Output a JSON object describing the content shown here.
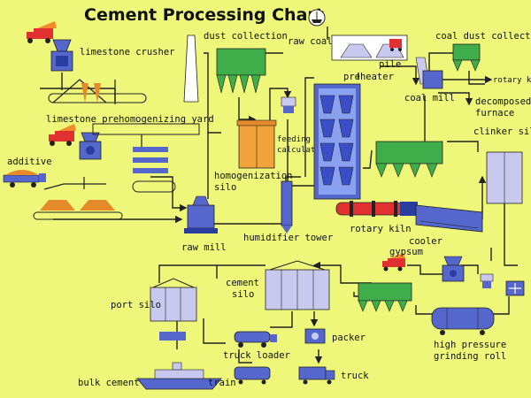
{
  "title": "Cement Processing Chart",
  "labels": {
    "limestone_crusher": "limestone crusher",
    "dust_collection": "dust collection",
    "raw_coal": "raw coal",
    "coal_dust_collection": "coal dust collection",
    "pile": "pile",
    "preheater": "preheater",
    "coal_mill": "coal mill",
    "rotary_kiln_right": "rotary kiln",
    "decomposed_furnace_1": "decomposed",
    "decomposed_furnace_2": "furnace",
    "limestone_prehomogenizing_yard": "limestone prehomogenizing yard",
    "clinker_silo": "clinker silo",
    "feeding_calculation_1": "feeding",
    "feeding_calculation_2": "calculation",
    "additive": "additive",
    "homogenization_silo_1": "homogenization",
    "homogenization_silo_2": "silo",
    "rotary_kiln": "rotary kiln",
    "raw_mill": "raw mill",
    "humidifier_tower": "humidifier tower",
    "cooler": "cooler",
    "gypsum": "gypsum",
    "cement_silo_1": "cement",
    "cement_silo_2": "silo",
    "port_silo": "port silo",
    "packer": "packer",
    "truck_loader": "truck loader",
    "high_pressure_1": "high pressure",
    "high_pressure_2": "grinding roll",
    "bulk_cement": "bulk cement",
    "train": "train",
    "truck": "truck"
  },
  "colors": {
    "background": "#eef77a",
    "equipment_blue": "#5566cc",
    "silo_lavender": "#c9c9ef",
    "kiln_red": "#e03030",
    "preheater_blue": "#4a5fd8",
    "dust_green": "#3fae4a",
    "homog_orange": "#f2a23a",
    "pile_orange": "#e58a2a"
  }
}
